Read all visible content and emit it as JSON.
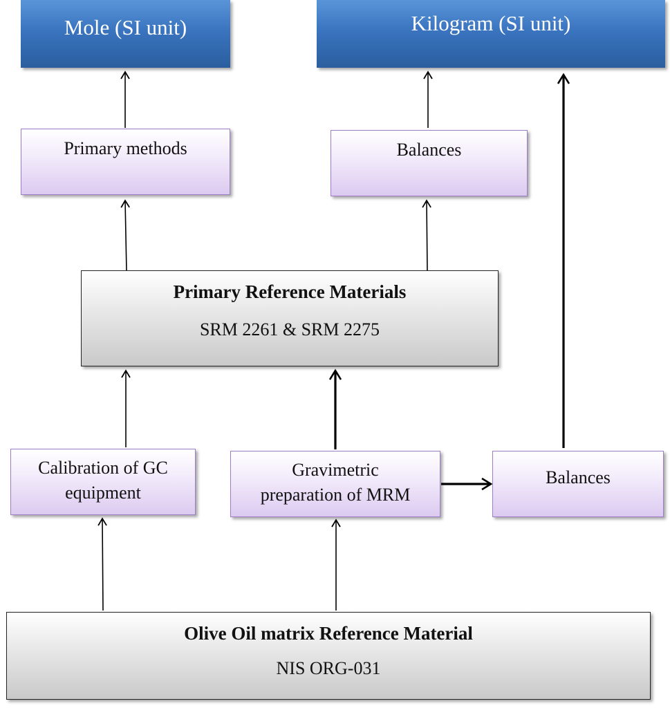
{
  "nodes": {
    "mole": {
      "label": "Mole (SI unit)"
    },
    "kilogram": {
      "label": "Kilogram (SI unit)"
    },
    "primary_methods": {
      "label": "Primary methods"
    },
    "balances_top": {
      "label": "Balances"
    },
    "prm": {
      "title": "Primary Reference Materials",
      "subtitle": "SRM 2261 & SRM 2275"
    },
    "calibration": {
      "line1": "Calibration of GC",
      "line2": "equipment"
    },
    "gravimetric": {
      "line1": "Gravimetric",
      "line2": "preparation of MRM"
    },
    "balances_bottom": {
      "label": "Balances"
    },
    "olive_oil": {
      "title": "Olive Oil matrix Reference Material",
      "subtitle": "NIS ORG-031"
    }
  },
  "edges": [
    {
      "from": "primary_methods",
      "to": "mole"
    },
    {
      "from": "balances_top",
      "to": "kilogram"
    },
    {
      "from": "prm",
      "to": "primary_methods"
    },
    {
      "from": "prm",
      "to": "balances_top"
    },
    {
      "from": "calibration",
      "to": "prm"
    },
    {
      "from": "gravimetric",
      "to": "prm"
    },
    {
      "from": "gravimetric",
      "to": "balances_bottom"
    },
    {
      "from": "balances_bottom",
      "to": "kilogram"
    },
    {
      "from": "olive_oil",
      "to": "calibration"
    },
    {
      "from": "olive_oil",
      "to": "gravimetric"
    }
  ],
  "colors": {
    "si_unit_fill": "#3a74bf",
    "process_fill": "#dccaf0",
    "process_border": "#9d7cc7",
    "material_fill": "#c9c9c9",
    "arrow": "#000000"
  }
}
